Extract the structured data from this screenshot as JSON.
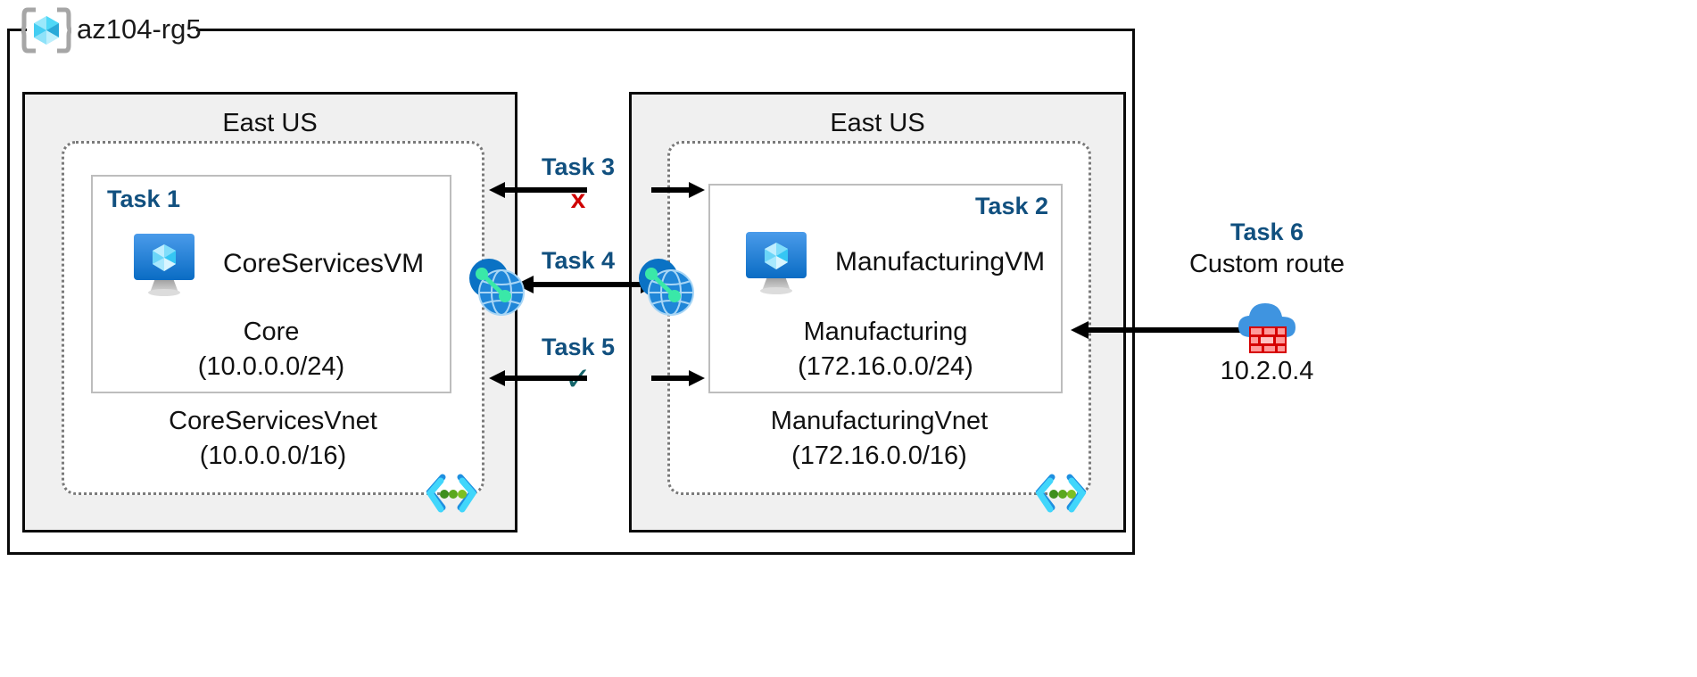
{
  "diagram": {
    "title": "Azure VNet peering and routing lab diagram",
    "resource_group": {
      "name": "az104-rg5",
      "icon": "azure-resource-group-icon"
    },
    "regions": [
      {
        "id": "left",
        "label": "East US"
      },
      {
        "id": "right",
        "label": "East US"
      }
    ],
    "vnets": [
      {
        "id": "core",
        "name": "CoreServicesVnet",
        "address_space": "(10.0.0.0/16)",
        "icon": "vnet-code-brackets-icon",
        "subnet": {
          "task_tag": "Task 1",
          "vm_name": "CoreServicesVM",
          "vm_icon": "azure-virtual-machine-icon",
          "name": "Core",
          "address_prefix": "(10.0.0.0/24)"
        }
      },
      {
        "id": "manufacturing",
        "name": "ManufacturingVnet",
        "address_space": "(172.16.0.0/16)",
        "icon": "vnet-code-brackets-icon",
        "subnet": {
          "task_tag": "Task 2",
          "vm_name": "ManufacturingVM",
          "vm_icon": "azure-virtual-machine-icon",
          "name": "Manufacturing",
          "address_prefix": "(172.16.0.0/24)"
        }
      }
    ],
    "connections": [
      {
        "id": "task3",
        "label": "Task 3",
        "mark": "x",
        "mark_meaning": "blocked",
        "mark_color": "#cf0000"
      },
      {
        "id": "task4",
        "label": "Task 4",
        "mark": "",
        "mark_meaning": "peering",
        "mark_color": ""
      },
      {
        "id": "task5",
        "label": "Task 5",
        "mark": "✓",
        "mark_meaning": "allowed",
        "mark_color": "#14656b"
      }
    ],
    "peering_icons": [
      {
        "id": "peer-left",
        "icon": "vnet-peering-icon"
      },
      {
        "id": "peer-right",
        "icon": "vnet-peering-icon"
      }
    ],
    "custom_route": {
      "task_tag": "Task 6",
      "label": "Custom route",
      "icon": "azure-firewall-icon",
      "next_hop_ip": "10.2.0.4"
    },
    "colors": {
      "task_blue": "#11507f",
      "block_red": "#cf0000",
      "check_teal": "#14656b",
      "region_fill": "#f0f0f0",
      "frame_black": "#0a0a0a",
      "subnet_border": "#bdbdbd",
      "vnet_dotted": "#7a7a7a",
      "azure_blue": "#0078d4"
    }
  }
}
